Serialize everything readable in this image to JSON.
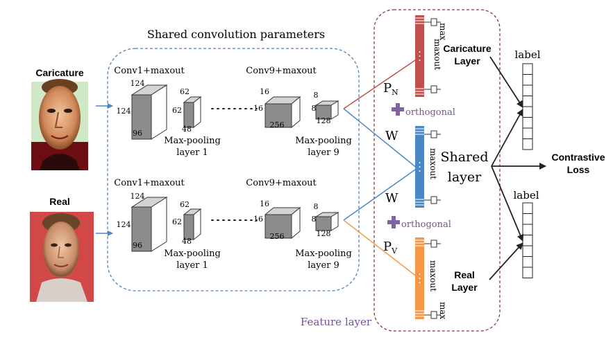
{
  "shared_conv_title": "Shared convolution parameters",
  "inputs": {
    "caricature_label": "Caricature",
    "real_label": "Real"
  },
  "branch_top": {
    "conv1_label": "Conv1+maxout",
    "conv9_label": "Conv9+maxout",
    "pool1_label": [
      "Max-pooling",
      "layer 1"
    ],
    "pool9_label": [
      "Max-pooling",
      "layer 9"
    ],
    "dims": {
      "conv1": [
        "124",
        "124",
        "96"
      ],
      "pool1": [
        "62",
        "62",
        "48"
      ],
      "conv9": [
        "16",
        "16",
        "256"
      ],
      "pool9": [
        "8",
        "8",
        "128"
      ]
    }
  },
  "branch_bottom": {
    "conv1_label": "Conv1+maxout",
    "conv9_label": "Conv9+maxout",
    "pool1_label": [
      "Max-pooling",
      "layer 1"
    ],
    "pool9_label": [
      "Max-pooling",
      "layer 9"
    ],
    "dims": {
      "conv1": [
        "124",
        "124",
        "96"
      ],
      "pool1": [
        "62",
        "62",
        "48"
      ],
      "conv9": [
        "16",
        "16",
        "256"
      ],
      "pool9": [
        "8",
        "8",
        "128"
      ]
    }
  },
  "feature": {
    "pn_main": "P",
    "pn_sub": "N",
    "pv_main": "P",
    "pv_sub": "V",
    "w_top": "W",
    "w_bottom": "W",
    "orthogonal_top": "orthogonal",
    "orthogonal_bottom": "orthogonal",
    "max_label": "max",
    "maxout_label": "maxout",
    "feature_layer_label": "Feature layer"
  },
  "right": {
    "caricature_layer": [
      "Caricature",
      "Layer"
    ],
    "shared_layer": [
      "Shared",
      "layer"
    ],
    "real_layer": [
      "Real",
      "Layer"
    ],
    "label_top": "label",
    "label_bottom": "label",
    "contrastive_loss": [
      "Contrastive",
      "Loss"
    ]
  },
  "colors": {
    "caricature_red": "#c0504d",
    "shared_blue": "#4a88c4",
    "real_orange": "#f79646",
    "orthogonal_purple": "#8064a2",
    "dashed_blue": "#4f81bd",
    "dashed_red": "#8b3a3a",
    "cube_front": "#ffffff",
    "cube_side": "#8c8c8c",
    "cube_top": "#d4d4d4"
  }
}
